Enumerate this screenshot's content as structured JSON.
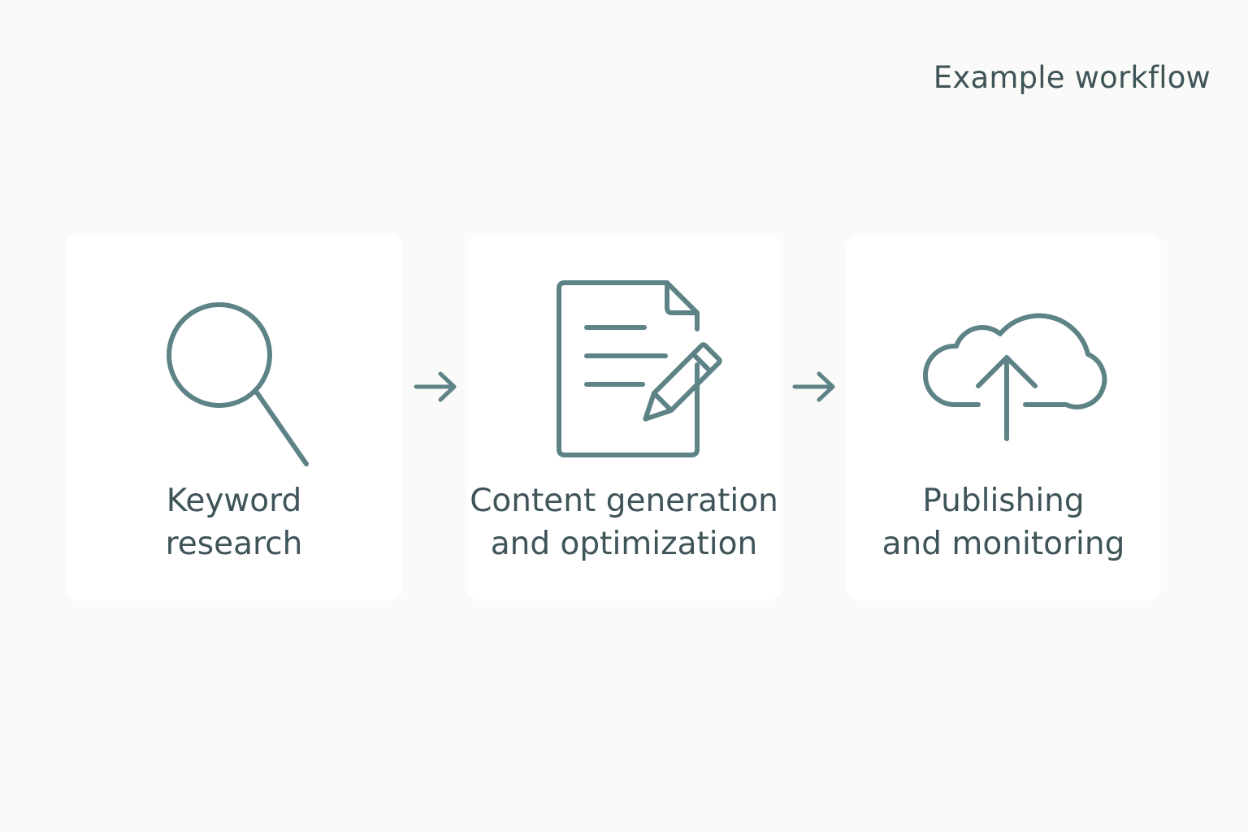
{
  "header": {
    "caption": "Example workflow"
  },
  "steps": [
    {
      "icon": "magnifier-icon",
      "line1": "Keyword",
      "line2": "research"
    },
    {
      "icon": "document-edit-icon",
      "line1": "Content generation",
      "line2": "and optimization"
    },
    {
      "icon": "cloud-upload-icon",
      "line1": "Publishing",
      "line2": "and monitoring"
    }
  ],
  "colors": {
    "background": "#fafaf8",
    "card": "#ffffff",
    "icon_stroke": "#5d8386",
    "text": "#3e5457"
  }
}
